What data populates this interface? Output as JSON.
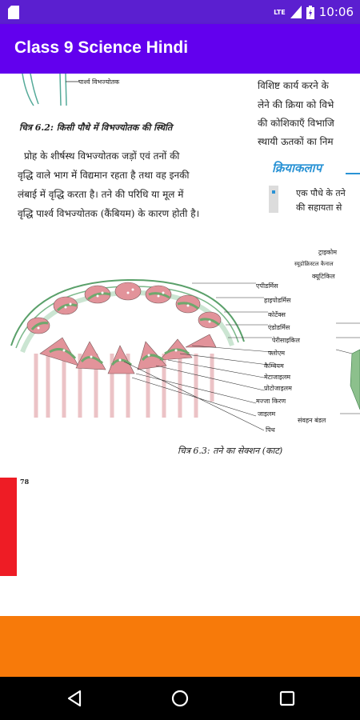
{
  "status_bar": {
    "time": "10:06",
    "network": "LTE"
  },
  "app_bar": {
    "title": "Class 9 Science Hindi"
  },
  "page": {
    "fig_6_2_label": "पार्श्व विभज्योतक",
    "fig_6_2_caption": "चित्र 6.2: किसी पौधे में विभज्योतक की स्थिति",
    "paragraph_lines": [
      "प्रोह के शीर्षस्थ विभज्योतक जड़ों एवं तनों की",
      "वृद्धि वाले भाग में विद्यमान रहता है तथा वह इनकी",
      "लंबाई में वृद्धि करता है। तने की परिधि या मूल में",
      "वृद्धि पार्श्व विभज्योतक (कैंबियम) के कारण होती है।"
    ],
    "right_column_lines": [
      "विशिष्ट कार्य करने के",
      "लेने की क्रिया को विभे",
      "की कोशिकाएँ विभाजि",
      "स्थायी ऊतकों का निम"
    ],
    "activity_heading": "क्रियाकलाप",
    "activity_lines": [
      "एक पौधे के तने",
      "की सहायता से"
    ],
    "fig_6_3_labels_left": [
      "एपीडर्मिस",
      "हाइपोडर्मिस",
      "कोर्टेक्स",
      "एंडोडर्मिस",
      "पेरीसाइकिल",
      "फ्लोएम",
      "कैम्बियम",
      "मेटाजाइलम",
      "प्रोटोजाइलम",
      "मज्जा किरण",
      "जाइलम",
      "पिथ"
    ],
    "fig_6_3_labels_right": [
      "ट्राइकोम",
      "स्यूडोक्रिस्टल कैनाल",
      "क्यूटिकिल",
      "संवहन बंडल"
    ],
    "fig_6_3_caption": "चित्र 6.3: तने का सेक्शन (काट)",
    "page_number": "78"
  },
  "colors": {
    "status_bar": "#5b1fd0",
    "app_bar": "#6200ee",
    "banner": "#f77a0a",
    "red_strip": "#ee1c25"
  },
  "nav": {
    "icons": [
      "back-icon",
      "home-icon",
      "recents-icon"
    ]
  }
}
